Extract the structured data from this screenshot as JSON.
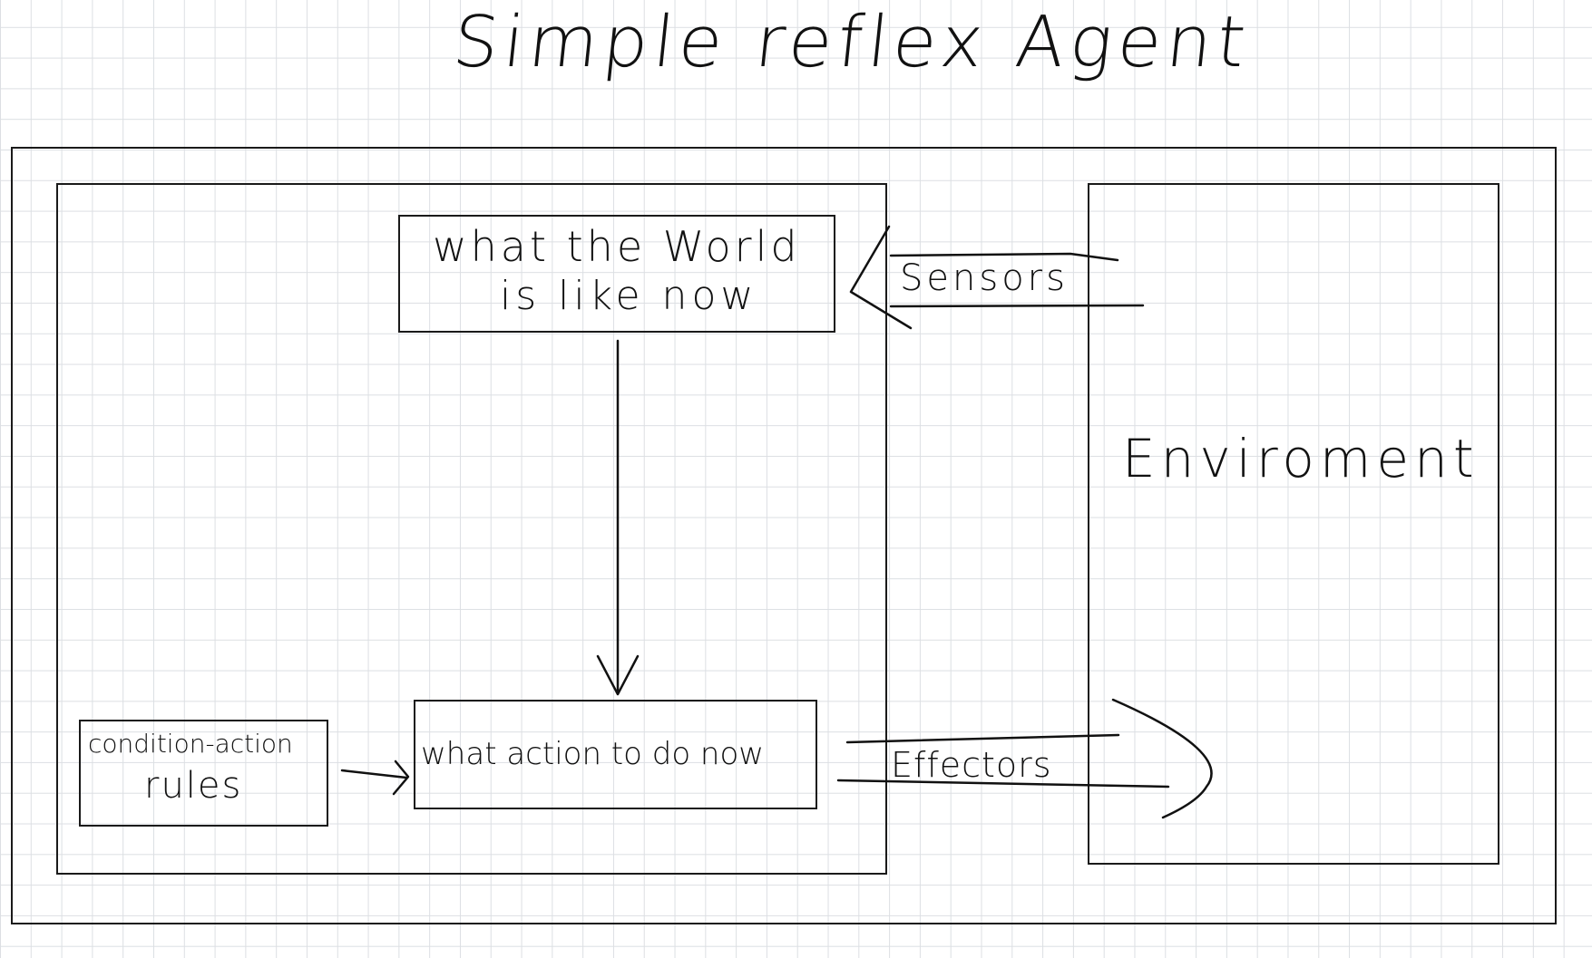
{
  "title": "Simple reflex Agent",
  "agent": {
    "percept_box": {
      "line1": "what the World",
      "line2": "is like now"
    },
    "rules_box": {
      "line1": "condition-action",
      "line2": "rules"
    },
    "action_box": {
      "label": "what action to do now"
    }
  },
  "environment": {
    "label": "Enviroment"
  },
  "connectors": {
    "sensors": "Sensors",
    "effectors": "Effectors"
  }
}
